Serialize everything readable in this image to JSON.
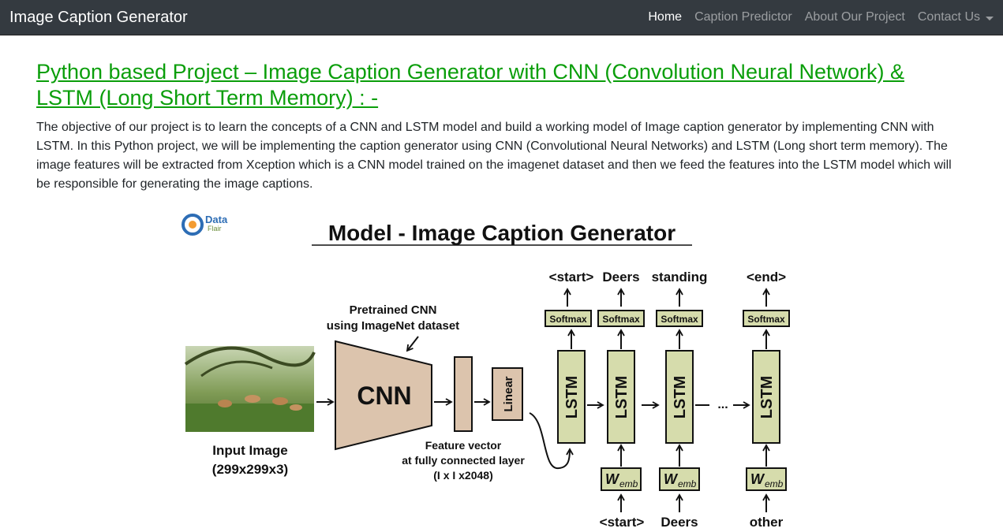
{
  "navbar": {
    "brand": "Image Caption Generator",
    "items": [
      {
        "label": "Home",
        "active": true
      },
      {
        "label": "Caption Predictor",
        "active": false
      },
      {
        "label": "About Our Project",
        "active": false
      },
      {
        "label": "Contact Us",
        "active": false,
        "dropdown": true
      }
    ]
  },
  "main": {
    "title": "Python based Project – Image Caption Generator with CNN (Convolution Neural Network) & LSTM (Long Short Term Memory) : -",
    "description": "The objective of our project is to learn the concepts of a CNN and LSTM model and build a working model of Image caption generator by implementing CNN with LSTM. In this Python project, we will be implementing the caption generator using CNN (Convolutional Neural Networks) and LSTM (Long short term memory). The image features will be extracted from Xception which is a CNN model trained on the imagenet dataset and then we feed the features into the LSTM model which will be responsible for generating the image captions."
  },
  "figure": {
    "logo_line1": "Data",
    "logo_line2": "Flair",
    "heading": "Model - Image Caption Generator",
    "pretrained_line1": "Pretrained CNN",
    "pretrained_line2": "using ImageNet dataset",
    "cnn_label": "CNN",
    "linear_label": "Linear",
    "input_line1": "Input Image",
    "input_line2": "(299x299x3)",
    "feature_line1": "Feature vector",
    "feature_line2": "at fully connected layer",
    "feature_line3": "(I x I x2048)",
    "lstm_label": "LSTM",
    "softmax_label": "Softmax",
    "wemb_main": "W",
    "wemb_sub": "emb",
    "ellipsis": "...",
    "outputs": [
      "<start>",
      "Deers",
      "standing",
      "<end>"
    ],
    "inputs": [
      "<start>",
      "Deers",
      "other"
    ],
    "box_fill": "#d6dcac",
    "cnn_fill": "#dcc4ad"
  }
}
